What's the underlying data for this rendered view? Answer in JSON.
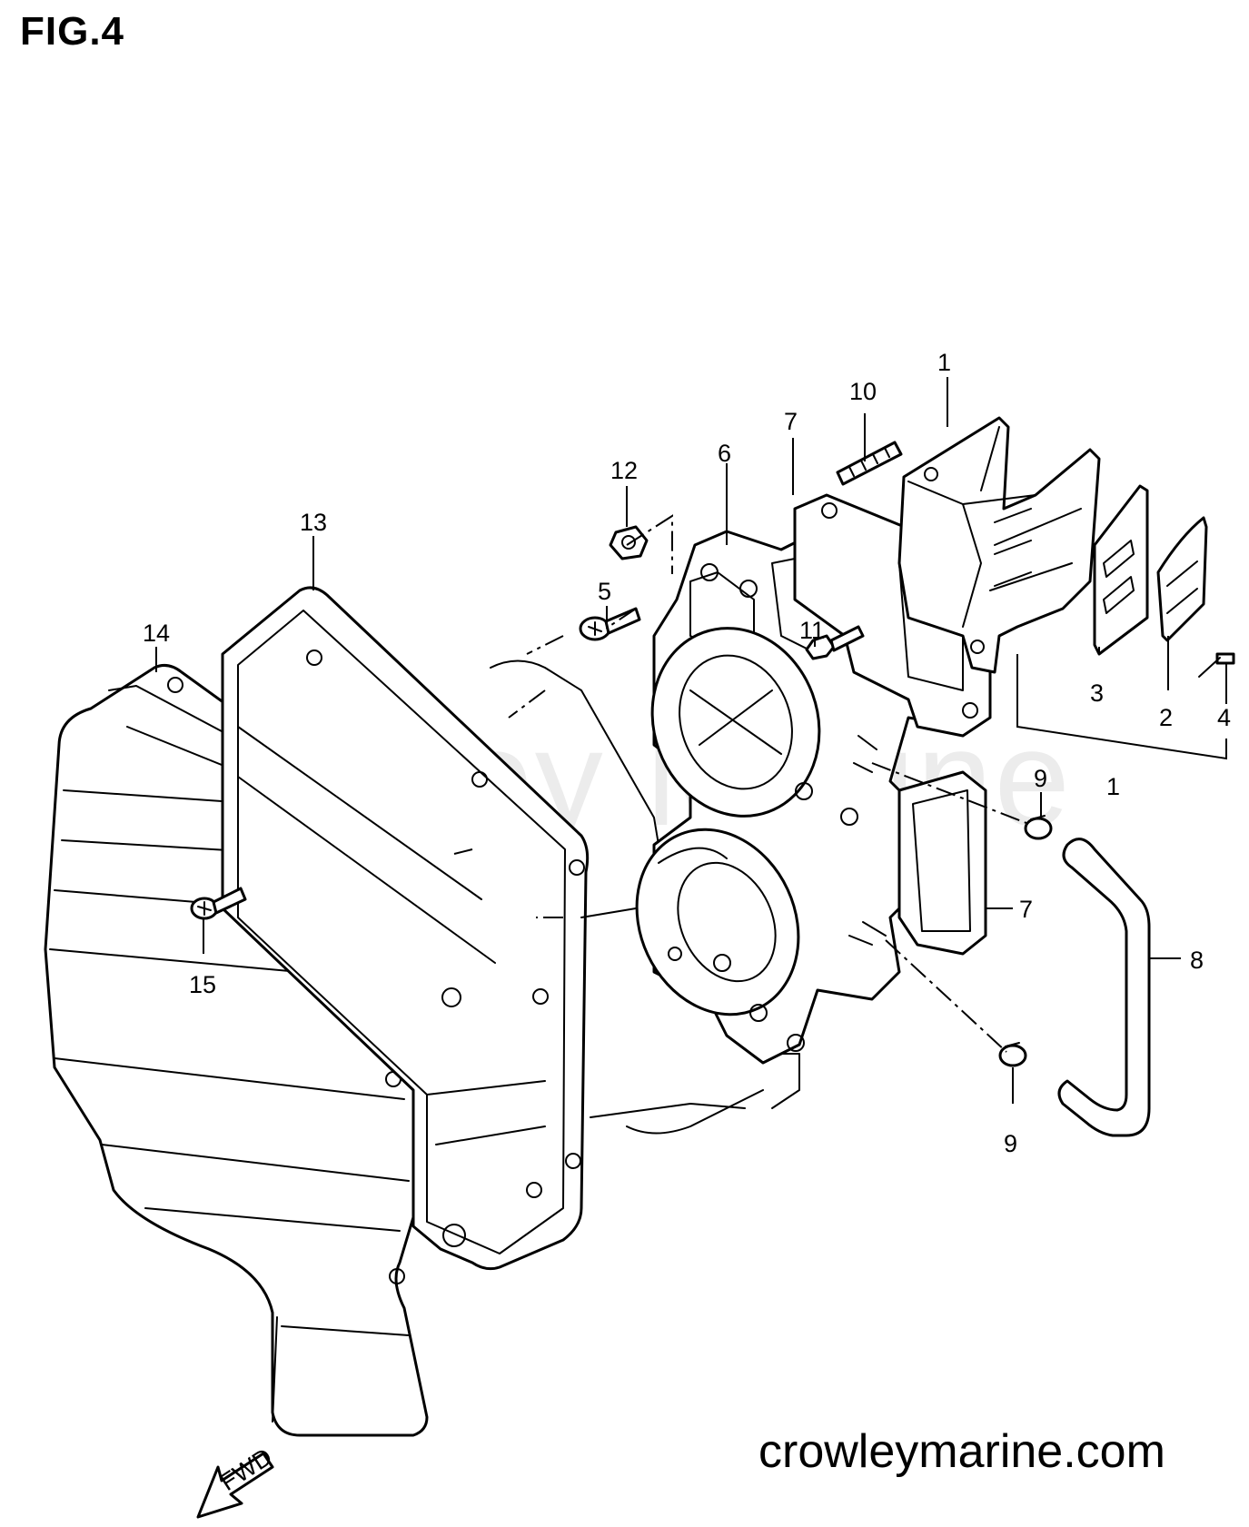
{
  "figure_title": "FIG.4",
  "watermark": "Crowley Marine",
  "website": "crowleymarine.com",
  "fwd_label": "FWD",
  "callouts": {
    "c1_top": "1",
    "c10": "10",
    "c7_top": "7",
    "c6": "6",
    "c12": "12",
    "c13": "13",
    "c14": "14",
    "c5": "5",
    "c11": "11",
    "c3": "3",
    "c2": "2",
    "c4": "4",
    "c1_bottom": "1",
    "c9_top": "9",
    "c7_right": "7",
    "c8": "8",
    "c9_bottom": "9",
    "c15": "15"
  }
}
